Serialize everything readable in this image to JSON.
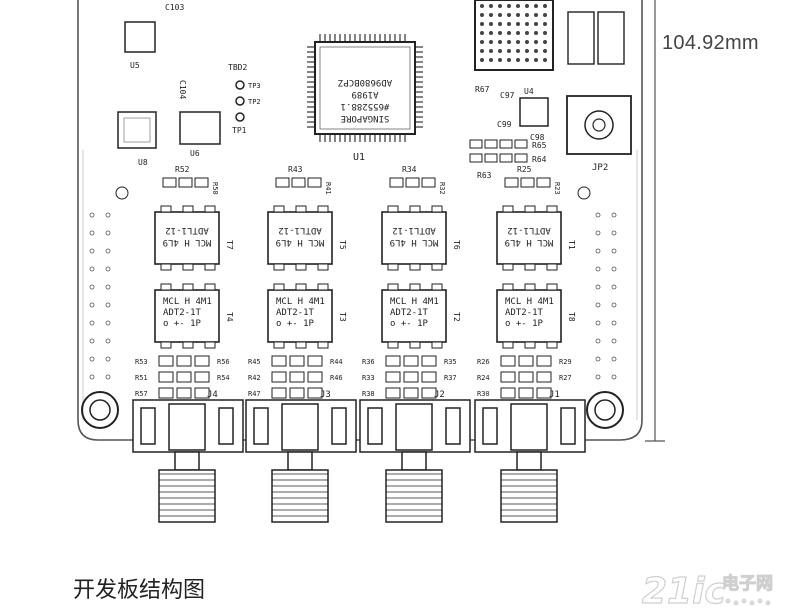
{
  "dimension": {
    "height_label": "104.92mm"
  },
  "caption": "开发板结构图",
  "watermark": {
    "brand": "21ic",
    "chinese": "电子网"
  },
  "board": {
    "chips": {
      "u1_lines": [
        "AD9680BCPZ",
        "A1989",
        "#655288.1",
        "SINGAPORE"
      ],
      "u1_label": "U1",
      "u4_label": "U4",
      "u5_label": "U5",
      "u6_label": "U6",
      "u8_label": "U8"
    },
    "test_points": [
      "TP1",
      "TP2",
      "TP3"
    ],
    "tbd_label": "TBD2",
    "jp_label": "JP2",
    "channels": [
      {
        "transformer1": [
          "MCL H 4L9",
          "ADTL1-12"
        ],
        "transformer2": [
          "MCL H 4M1",
          "ADT2-1T",
          "o +- 1P"
        ],
        "t1_label": "T7",
        "t2_label": "T4",
        "resistor_labels": [
          "R52",
          "R50",
          "R53",
          "R56",
          "R51",
          "R54",
          "R57"
        ],
        "jack_label": "J4"
      },
      {
        "transformer1": [
          "MCL H 4L9",
          "ADTL1-12"
        ],
        "transformer2": [
          "MCL H 4M1",
          "ADT2-1T",
          "o +- 1P"
        ],
        "t1_label": "T5",
        "t2_label": "T3",
        "resistor_labels": [
          "R43",
          "R41",
          "R45",
          "R44",
          "R42",
          "R46",
          "R47"
        ],
        "jack_label": "J3"
      },
      {
        "transformer1": [
          "MCL H 4L9",
          "ADTL1-12"
        ],
        "transformer2": [
          "MCL H 4M1",
          "ADT2-1T",
          "o +- 1P"
        ],
        "t1_label": "T6",
        "t2_label": "T2",
        "resistor_labels": [
          "R34",
          "R32",
          "R36",
          "R35",
          "R33",
          "R37",
          "R38"
        ],
        "jack_label": "J2"
      },
      {
        "transformer1": [
          "MCL H 4L9",
          "ADTL1-12"
        ],
        "transformer2": [
          "MCL H 4M1",
          "ADT2-1T",
          "o +- 1P"
        ],
        "t1_label": "T1",
        "t2_label": "T8",
        "resistor_labels": [
          "R25",
          "R23",
          "R26",
          "R29",
          "R24",
          "R27",
          "R30"
        ],
        "jack_label": "J1"
      }
    ],
    "resistor_row_upper": [
      "R65",
      "R64",
      "R67",
      "R63"
    ],
    "cap_labels": [
      "C103",
      "C104",
      "C97",
      "C98",
      "C99"
    ]
  }
}
